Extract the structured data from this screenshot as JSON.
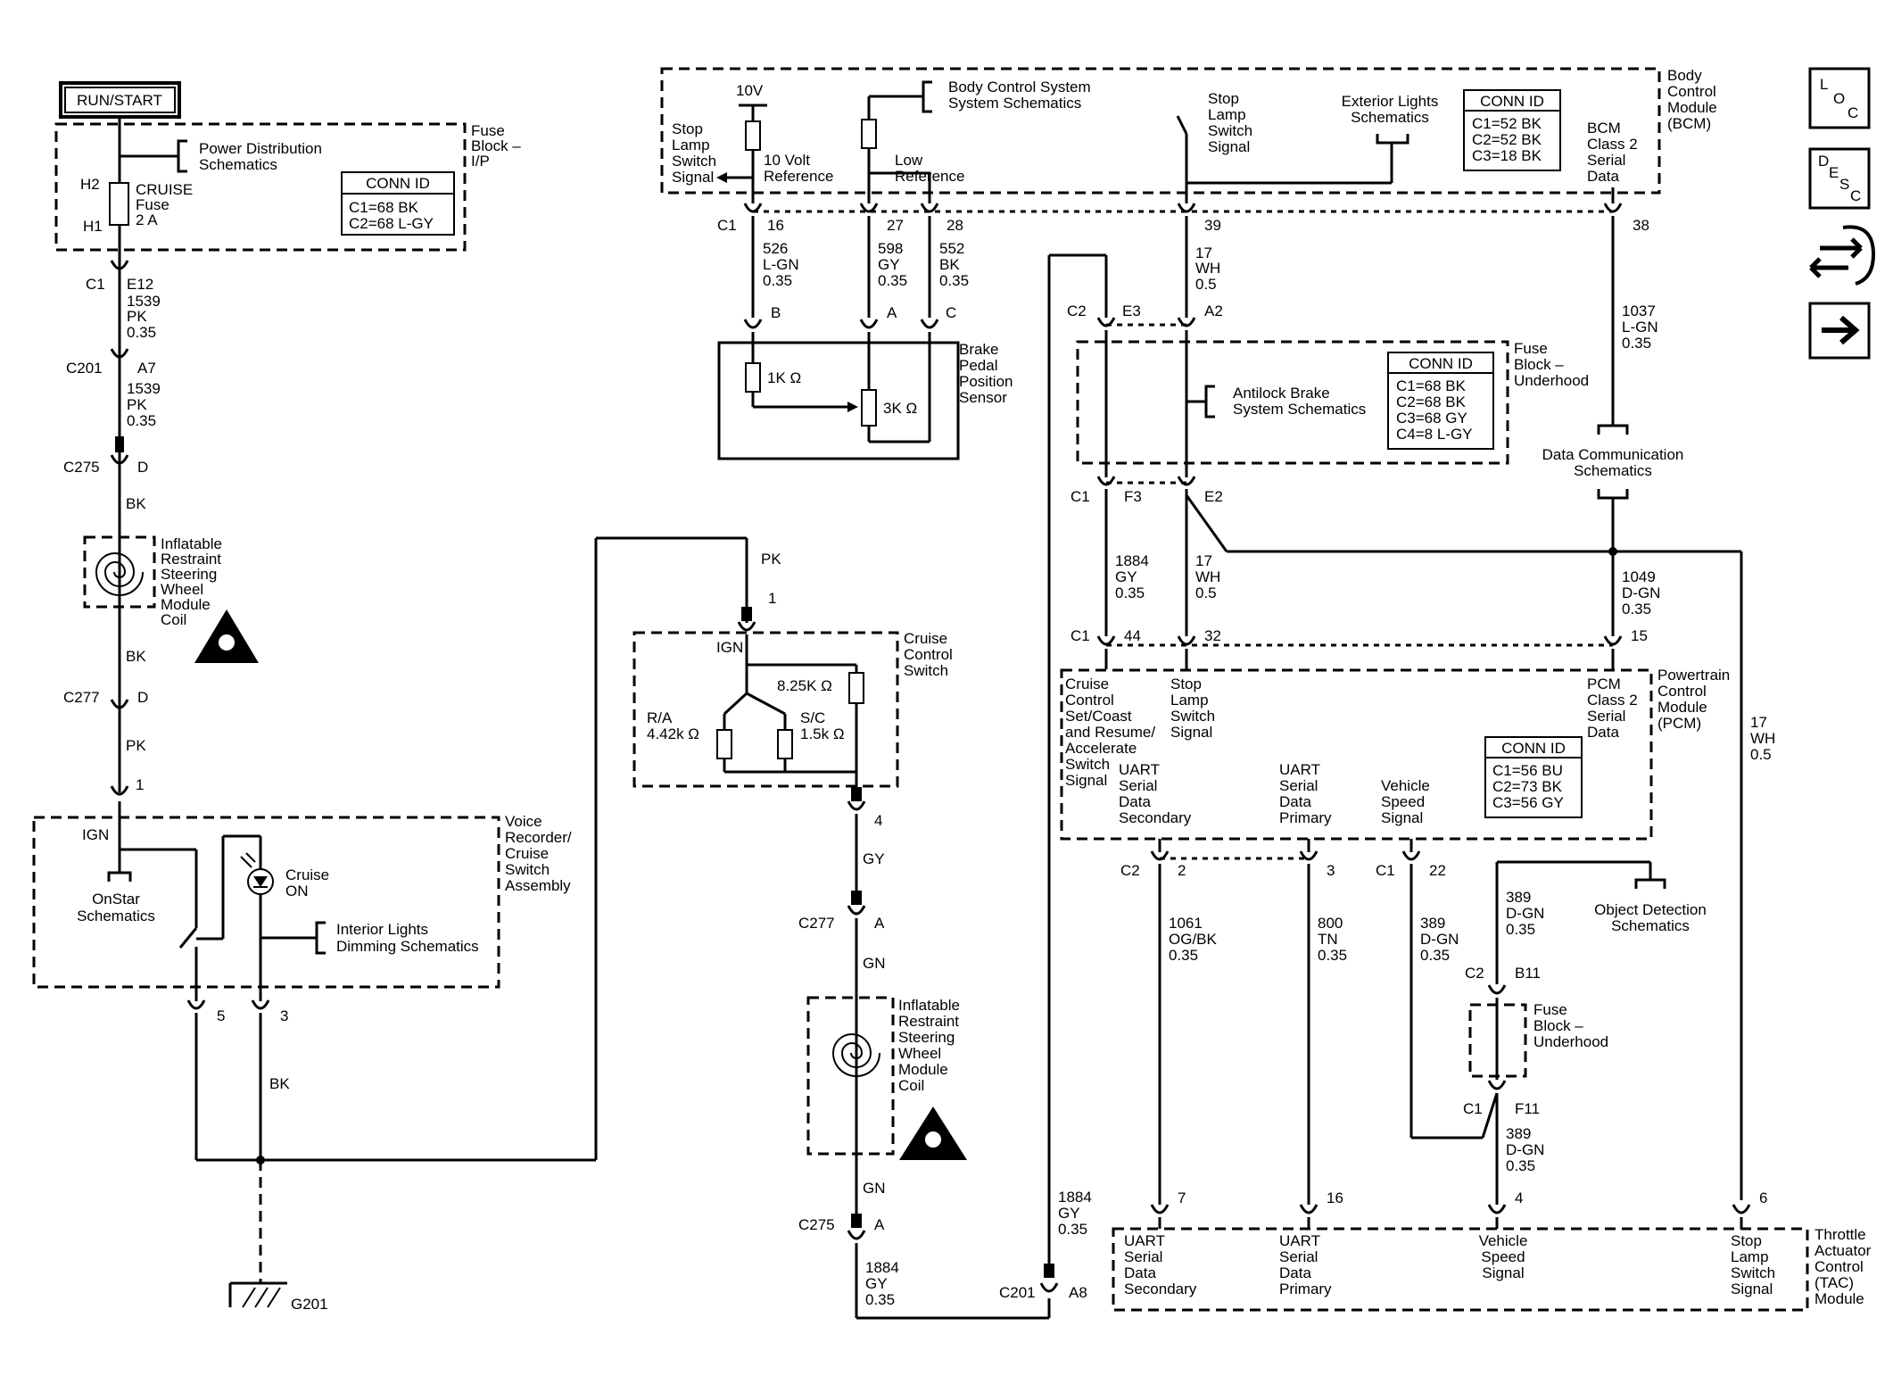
{
  "run_start": "RUN/START",
  "side_icons": {
    "loc": "LOC",
    "desc": "DESC",
    "loc_label": "L O C",
    "desc_label": "D E S C"
  },
  "fuse_block_ip": {
    "title_l1": "Fuse",
    "title_l2": "Block –",
    "title_l3": "I/P",
    "power_dist_l1": "Power Distribution",
    "power_dist_l2": "Schematics",
    "h2": "H2",
    "h1": "H1",
    "fuse_l1": "CRUISE",
    "fuse_l2": "Fuse",
    "fuse_l3": "2 A",
    "conn_title": "CONN ID",
    "conn_l1": "C1=68 BK",
    "conn_l2": "C2=68 L-GY"
  },
  "left_chain": {
    "c1": "C1",
    "e12": "E12",
    "w1_l1": "1539",
    "w1_l2": "PK",
    "w1_l3": "0.35",
    "c201": "C201",
    "a7": "A7",
    "w2_l1": "1539",
    "w2_l2": "PK",
    "w2_l3": "0.35",
    "c275": "C275",
    "d1": "D",
    "bk1": "BK",
    "coil_l1": "Inflatable",
    "coil_l2": "Restraint",
    "coil_l3": "Steering",
    "coil_l4": "Wheel",
    "coil_l5": "Module",
    "coil_l6": "Coil",
    "bk2": "BK",
    "c277": "C277",
    "d2": "D",
    "pk": "PK",
    "pin1": "1"
  },
  "voice_recorder": {
    "title_l1": "Voice",
    "title_l2": "Recorder/",
    "title_l3": "Cruise",
    "title_l4": "Switch",
    "title_l5": "Assembly",
    "ign": "IGN",
    "onstar_l1": "OnStar",
    "onstar_l2": "Schematics",
    "cruise_on_l1": "Cruise",
    "cruise_on_l2": "ON",
    "interior_l1": "Interior Lights",
    "interior_l2": "Dimming Schematics",
    "pin5": "5",
    "pin3": "3",
    "bk": "BK",
    "ground": "G201"
  },
  "bcm": {
    "title_l1": "Body",
    "title_l2": "Control",
    "title_l3": "Module",
    "title_l4": "(BCM)",
    "v10": "10V",
    "stop_sig_l1": "Stop",
    "stop_sig_l2": "Lamp",
    "stop_sig_l3": "Switch",
    "stop_sig_l4": "Signal",
    "ref10_l1": "10 Volt",
    "ref10_l2": "Reference",
    "body_ctrl_l1": "Body Control System",
    "body_ctrl_l2": "System Schematics",
    "low_ref_l1": "Low",
    "low_ref_l2": "Reference",
    "stop_in_l1": "Stop",
    "stop_in_l2": "Lamp",
    "stop_in_l3": "Switch",
    "stop_in_l4": "Signal",
    "ext_l1": "Exterior Lights",
    "ext_l2": "Schematics",
    "conn_title": "CONN ID",
    "conn_l1": "C1=52 BK",
    "conn_l2": "C2=52 BK",
    "conn_l3": "C3=18 BK",
    "class2_l1": "BCM",
    "class2_l2": "Class 2",
    "class2_l3": "Serial",
    "class2_l4": "Data",
    "c1": "C1",
    "p16": "16",
    "p27": "27",
    "p28": "28",
    "p39": "39",
    "p38": "38"
  },
  "brake_sensor": {
    "w526_l1": "526",
    "w526_l2": "L-GN",
    "w526_l3": "0.35",
    "w598_l1": "598",
    "w598_l2": "GY",
    "w598_l3": "0.35",
    "w552_l1": "552",
    "w552_l2": "BK",
    "w552_l3": "0.35",
    "pB": "B",
    "pA": "A",
    "pC": "C",
    "r1": "1K Ω",
    "r2": "3K Ω",
    "title_l1": "Brake",
    "title_l2": "Pedal",
    "title_l3": "Position",
    "title_l4": "Sensor"
  },
  "cruise_switch": {
    "pk": "PK",
    "pin1": "1",
    "ign": "IGN",
    "r825": "8.25K Ω",
    "ra_l1": "R/A",
    "ra_l2": "4.42k Ω",
    "sc_l1": "S/C",
    "sc_l2": "1.5k Ω",
    "title_l1": "Cruise",
    "title_l2": "Control",
    "title_l3": "Switch",
    "pin4": "4",
    "gy": "GY",
    "c277": "C277",
    "a1": "A",
    "gn1": "GN",
    "coil_l1": "Inflatable",
    "coil_l2": "Restraint",
    "coil_l3": "Steering",
    "coil_l4": "Wheel",
    "coil_l5": "Module",
    "coil_l6": "Coil",
    "gn2": "GN",
    "c275": "C275",
    "a2": "A",
    "w1884_l1": "1884",
    "w1884_l2": "GY",
    "w1884_l3": "0.35",
    "c201": "C201",
    "a8": "A8",
    "w1884b_l1": "1884",
    "w1884b_l2": "GY",
    "w1884b_l3": "0.35"
  },
  "fuse_underhood": {
    "w17_l1": "17",
    "w17_l2": "WH",
    "w17_l3": "0.5",
    "c2": "C2",
    "e3": "E3",
    "a2": "A2",
    "title_l1": "Fuse",
    "title_l2": "Block –",
    "title_l3": "Underhood",
    "abs_l1": "Antilock Brake",
    "abs_l2": "System Schematics",
    "conn_title": "CONN ID",
    "conn_l1": "C1=68 BK",
    "conn_l2": "C2=68 BK",
    "conn_l3": "C3=68 GY",
    "conn_l4": "C4=8 L-GY",
    "c1": "C1",
    "f3": "F3",
    "e2": "E2",
    "w1037_l1": "1037",
    "w1037_l2": "L-GN",
    "w1037_l3": "0.35",
    "dcs_l1": "Data Communication",
    "dcs_l2": "Schematics",
    "w1884_l1": "1884",
    "w1884_l2": "GY",
    "w1884_l3": "0.35",
    "w17b_l1": "17",
    "w17b_l2": "WH",
    "w17b_l3": "0.5",
    "w1049_l1": "1049",
    "w1049_l2": "D-GN",
    "w1049_l3": "0.35"
  },
  "pcm": {
    "c1": "C1",
    "p44": "44",
    "p32": "32",
    "p15": "15",
    "title_l1": "Powertrain",
    "title_l2": "Control",
    "title_l3": "Module",
    "title_l4": "(PCM)",
    "ccs_l1": "Cruise",
    "ccs_l2": "Control",
    "ccs_l3": "Set/Coast",
    "ccs_l4": "and Resume/",
    "ccs_l5": "Accelerate",
    "ccs_l6": "Switch",
    "ccs_l7": "Signal",
    "sls_l1": "Stop",
    "sls_l2": "Lamp",
    "sls_l3": "Switch",
    "sls_l4": "Signal",
    "class2_l1": "PCM",
    "class2_l2": "Class 2",
    "class2_l3": "Serial",
    "class2_l4": "Data",
    "conn_title": "CONN ID",
    "conn_l1": "C1=56 BU",
    "conn_l2": "C2=73 BK",
    "conn_l3": "C3=56 GY",
    "uart2_l1": "UART",
    "uart2_l2": "Serial",
    "uart2_l3": "Data",
    "uart2_l4": "Secondary",
    "uart1_l1": "UART",
    "uart1_l2": "Serial",
    "uart1_l3": "Data",
    "uart1_l4": "Primary",
    "vss_l1": "Vehicle",
    "vss_l2": "Speed",
    "vss_l3": "Signal",
    "w17_l1": "17",
    "w17_l2": "WH",
    "w17_l3": "0.5",
    "c2": "C2",
    "p2": "2",
    "p3": "3",
    "c1b": "C1",
    "p22": "22"
  },
  "tac": {
    "w1061_l1": "1061",
    "w1061_l2": "OG/BK",
    "w1061_l3": "0.35",
    "w800_l1": "800",
    "w800_l2": "TN",
    "w800_l3": "0.35",
    "w389_l1": "389",
    "w389_l2": "D-GN",
    "w389_l3": "0.35",
    "w389b_l1": "389",
    "w389b_l2": "D-GN",
    "w389b_l3": "0.35",
    "w389c_l1": "389",
    "w389c_l2": "D-GN",
    "w389c_l3": "0.35",
    "ods_l1": "Object Detection",
    "ods_l2": "Schematics",
    "c2": "C2",
    "b11": "B11",
    "fb_l1": "Fuse",
    "fb_l2": "Block –",
    "fb_l3": "Underhood",
    "c1": "C1",
    "f11": "F11",
    "p7": "7",
    "p16": "16",
    "p4": "4",
    "p6": "6",
    "uart2_l1": "UART",
    "uart2_l2": "Serial",
    "uart2_l3": "Data",
    "uart2_l4": "Secondary",
    "uart1_l1": "UART",
    "uart1_l2": "Serial",
    "uart1_l3": "Data",
    "uart1_l4": "Primary",
    "vss_l1": "Vehicle",
    "vss_l2": "Speed",
    "vss_l3": "Signal",
    "sls_l1": "Stop",
    "sls_l2": "Lamp",
    "sls_l3": "Switch",
    "sls_l4": "Signal",
    "title_l1": "Throttle",
    "title_l2": "Actuator",
    "title_l3": "Control",
    "title_l4": "(TAC)",
    "title_l5": "Module"
  }
}
